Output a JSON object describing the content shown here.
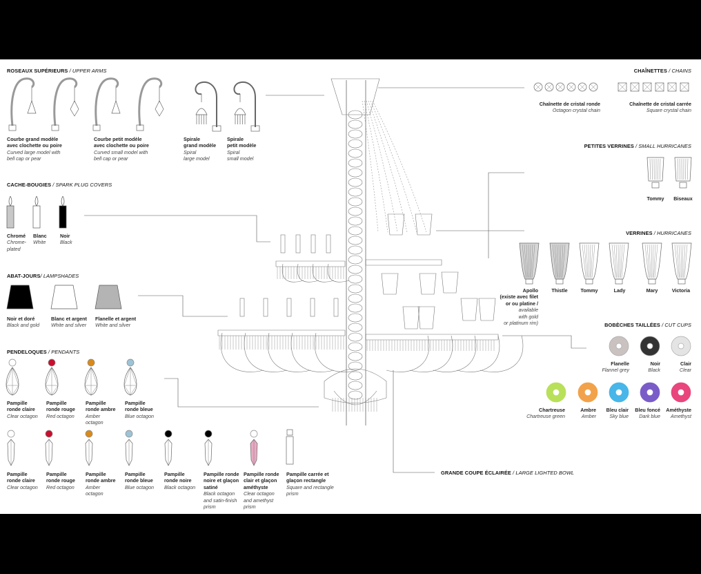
{
  "sections": {
    "upper_arms": {
      "fr": "ROSEAUX SUPÉRIEURS",
      "sep": " / ",
      "en": "UPPER ARMS"
    },
    "spark_plug_covers": {
      "fr": "CACHE-BOUGIES",
      "sep": " / ",
      "en": "SPARK PLUG COVERS"
    },
    "lampshades": {
      "fr": "ABAT-JOURS",
      "sep": "/ ",
      "en": "LAMPSHADES"
    },
    "pendants": {
      "fr": "PENDELOQUES",
      "sep": " / ",
      "en": "PENDANTS"
    },
    "chains": {
      "fr": "CHAÎNETTES",
      "sep": " / ",
      "en": "CHAINS"
    },
    "small_hurricanes": {
      "fr": "PETITES VERRINES",
      "sep": " / ",
      "en": "SMALL HURRICANES"
    },
    "hurricanes": {
      "fr": "VERRINES",
      "sep": " / ",
      "en": "HURRICANES"
    },
    "cut_cups": {
      "fr": "BOBÈCHES TAILLÉES",
      "sep": " / ",
      "en": "CUT CUPS"
    },
    "bowl": {
      "fr": "GRANDE COUPE ÉCLAIRÉE",
      "sep": " / ",
      "en": "LARGE LIGHTED BOWL"
    }
  },
  "upper_arms": [
    {
      "fr": "Courbe grand modèle\navec clochette ou poire",
      "en": "Curved large model with\nbell cap or pear"
    },
    {
      "fr": "Courbe petit modèle\navec clochette ou poire",
      "en": "Curved small model with\nbell cap or pear"
    },
    {
      "fr": "Spirale\ngrand modèle",
      "en": "Spiral\nlarge model"
    },
    {
      "fr": "Spirale\npetit modèle",
      "en": "Spiral\nsmall model"
    }
  ],
  "spark_plug_covers": [
    {
      "fr": "Chromé",
      "en": "Chrome-\nplated",
      "color": "#c8c8c8"
    },
    {
      "fr": "Blanc",
      "en": "White",
      "color": "#ffffff"
    },
    {
      "fr": "Noir",
      "en": "Black",
      "color": "#000000"
    }
  ],
  "lampshades": [
    {
      "fr": "Noir et doré",
      "en": "Black and gold",
      "color": "#000000"
    },
    {
      "fr": "Blanc et argent",
      "en": "White and silver",
      "color": "#ffffff"
    },
    {
      "fr": "Flanelle et argent",
      "en": "White and silver",
      "color": "#b4b4b4"
    }
  ],
  "pendants_row1": [
    {
      "fr": "Pampille\nronde claire",
      "en": "Clear octagon",
      "color": "#ffffff"
    },
    {
      "fr": "Pampille\nronde rouge",
      "en": "Red octagon",
      "color": "#c8102e"
    },
    {
      "fr": "Pampille\nronde ambre",
      "en": "Amber\noctagon",
      "color": "#d98a1a"
    },
    {
      "fr": "Pampille\nronde bleue",
      "en": "Blue octagon",
      "color": "#9ec3d6"
    }
  ],
  "pendants_row2": [
    {
      "fr": "Pampille\nronde claire",
      "en": "Clear octagon",
      "color": "#ffffff"
    },
    {
      "fr": "Pampille\nronde rouge",
      "en": "Red octagon",
      "color": "#c8102e"
    },
    {
      "fr": "Pampille\nronde ambre",
      "en": "Amber\noctagon",
      "color": "#d98a1a"
    },
    {
      "fr": "Pampille\nronde bleue",
      "en": "Blue octagon",
      "color": "#9ec3d6"
    },
    {
      "fr": "Pampille\nronde noire",
      "en": "Black octagon",
      "color": "#000000"
    },
    {
      "fr": "Pampille ronde\nnoire et glaçon\nsatiné",
      "en": "Black octagon\nand satin-finish\nprism",
      "color": "#000000"
    },
    {
      "fr": "Pampille ronde\nclair et glaçon\naméthyste",
      "en": "Clear octagon\nand amethyst\nprism",
      "color": "#ffffff"
    },
    {
      "fr": "Pampille carrée et\nglaçon rectangle",
      "en": "Square and rectangle\nprism",
      "color": "#ffffff"
    }
  ],
  "chains": [
    {
      "fr": "Chaînette de cristal ronde",
      "en": "Octagon crystal chain"
    },
    {
      "fr": "Chaînette de cristal carrée",
      "en": "Square crystal chain"
    }
  ],
  "small_hurricanes": [
    {
      "label": "Tommy"
    },
    {
      "label": "Biseaux"
    }
  ],
  "hurricanes": [
    {
      "label": "Apollo",
      "note": "(existe avec filet\nor ou platine /",
      "note_en": "available\nwith gold\nor platinum rim)"
    },
    {
      "label": "Thistle"
    },
    {
      "label": "Tommy"
    },
    {
      "label": "Lady"
    },
    {
      "label": "Mary"
    },
    {
      "label": "Victoria"
    }
  ],
  "cut_cups_row1": [
    {
      "fr": "Flanelle",
      "en": "Flannel grey",
      "color": "#c9c2c0"
    },
    {
      "fr": "Noir",
      "en": "Black",
      "color": "#333333"
    },
    {
      "fr": "Clair",
      "en": "Clear",
      "color": "#e4e4e4"
    }
  ],
  "cut_cups_row2": [
    {
      "fr": "Chartreuse",
      "en": "Chartreuse green",
      "color": "#b8e05a"
    },
    {
      "fr": "Ambre",
      "en": "Amber",
      "color": "#f2a24a"
    },
    {
      "fr": "Bleu clair",
      "en": "Sky blue",
      "color": "#48b6e8"
    },
    {
      "fr": "Bleu foncé",
      "en": "Dark blue",
      "color": "#7a5cc8"
    },
    {
      "fr": "Améthyste",
      "en": "Amethyst",
      "color": "#e8467c"
    }
  ]
}
